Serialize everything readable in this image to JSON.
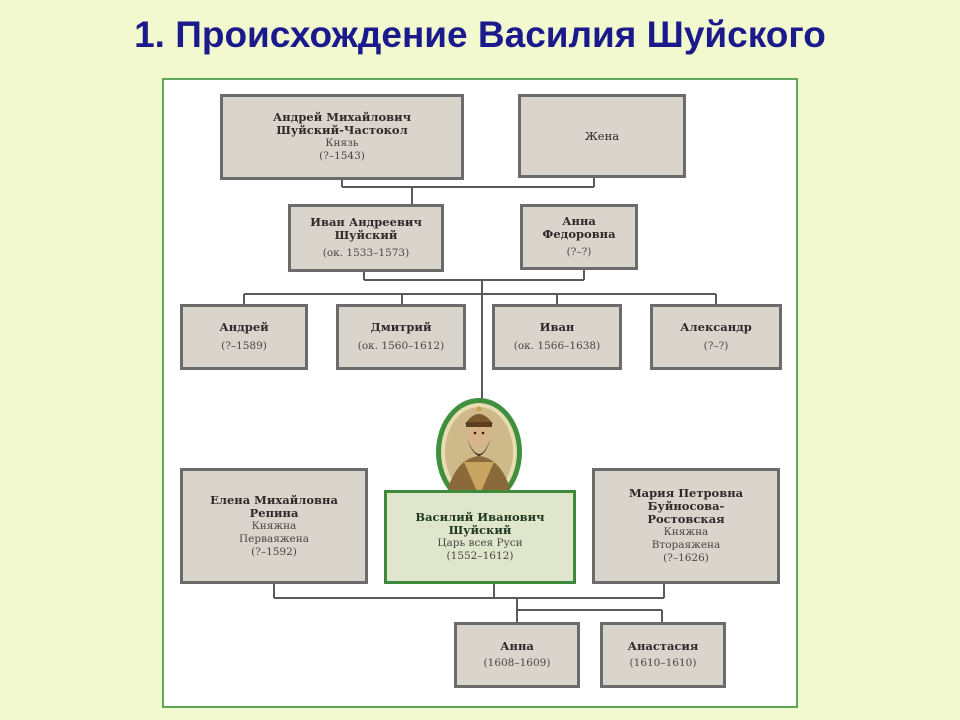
{
  "header": {
    "number": "1.",
    "title": "Происхождение Василия Шуйского"
  },
  "tree": {
    "grandfather": {
      "name_line1": "Андрей Михайлович",
      "name_line2": "Шуйский-Частокол",
      "title": "Князь",
      "dates": "(?–1543)"
    },
    "grandmother": {
      "name": "Жена"
    },
    "father": {
      "name_line1": "Иван Андреевич",
      "name_line2": "Шуйский",
      "dates": "(ок. 1533–1573)"
    },
    "mother": {
      "name_line1": "Анна",
      "name_line2": "Федоровна",
      "dates": "(?–?)"
    },
    "siblings": [
      {
        "name": "Андрей",
        "dates": "(?–1589)"
      },
      {
        "name": "Дмитрий",
        "dates": "(ок. 1560–1612)"
      },
      {
        "name": "Иван",
        "dates": "(ок. 1566–1638)"
      },
      {
        "name": "Александр",
        "dates": "(?–?)"
      }
    ],
    "wife1": {
      "name_line1": "Елена Михайловна",
      "name_line2": "Репина",
      "title": "Княжна",
      "role": "Перваяжена",
      "dates": "(?–1592)"
    },
    "vasily": {
      "name_line1": "Василий Иванович",
      "name_line2": "Шуйский",
      "title": "Царь всея Руси",
      "dates": "(1552–1612)"
    },
    "wife2": {
      "name_line1": "Мария Петровна",
      "name_line2": "Буйносова-",
      "name_line3": "Ростовская",
      "title": "Княжна",
      "role": "Втораяжена",
      "dates": "(?–1626)"
    },
    "children": [
      {
        "name": "Анна",
        "dates": "(1608–1609)"
      },
      {
        "name": "Анастасия",
        "dates": "(1610–1610)"
      }
    ]
  },
  "colors": {
    "title": "#1a1a8c",
    "background": "#f3f9cf",
    "box": "#d9d4cc",
    "box_border": "#6b6b6b",
    "highlight_border": "#3d8a3d",
    "frame": "#5fa85a"
  },
  "icons": {
    "portrait": "tsar-portrait-icon"
  }
}
